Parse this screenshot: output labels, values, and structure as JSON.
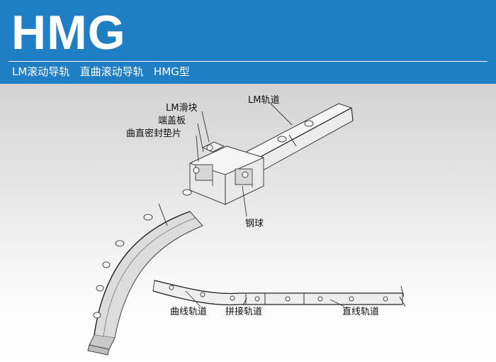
{
  "header": {
    "title": "HMG",
    "subtitle": "LM滚动导轨   直曲滚动导轨   HMG型",
    "background_color": "#1f7ec4",
    "text_color": "#ffffff"
  },
  "callouts": {
    "lm_block": "LM滑块",
    "end_plate": "端盖板",
    "curved_seal": "曲直密封垫片",
    "lm_rail": "LM轨道",
    "steel_ball": "钢球",
    "curved_rail": "曲线轨道",
    "joint_rail": "拼接轨道",
    "straight_rail": "直线轨道"
  }
}
